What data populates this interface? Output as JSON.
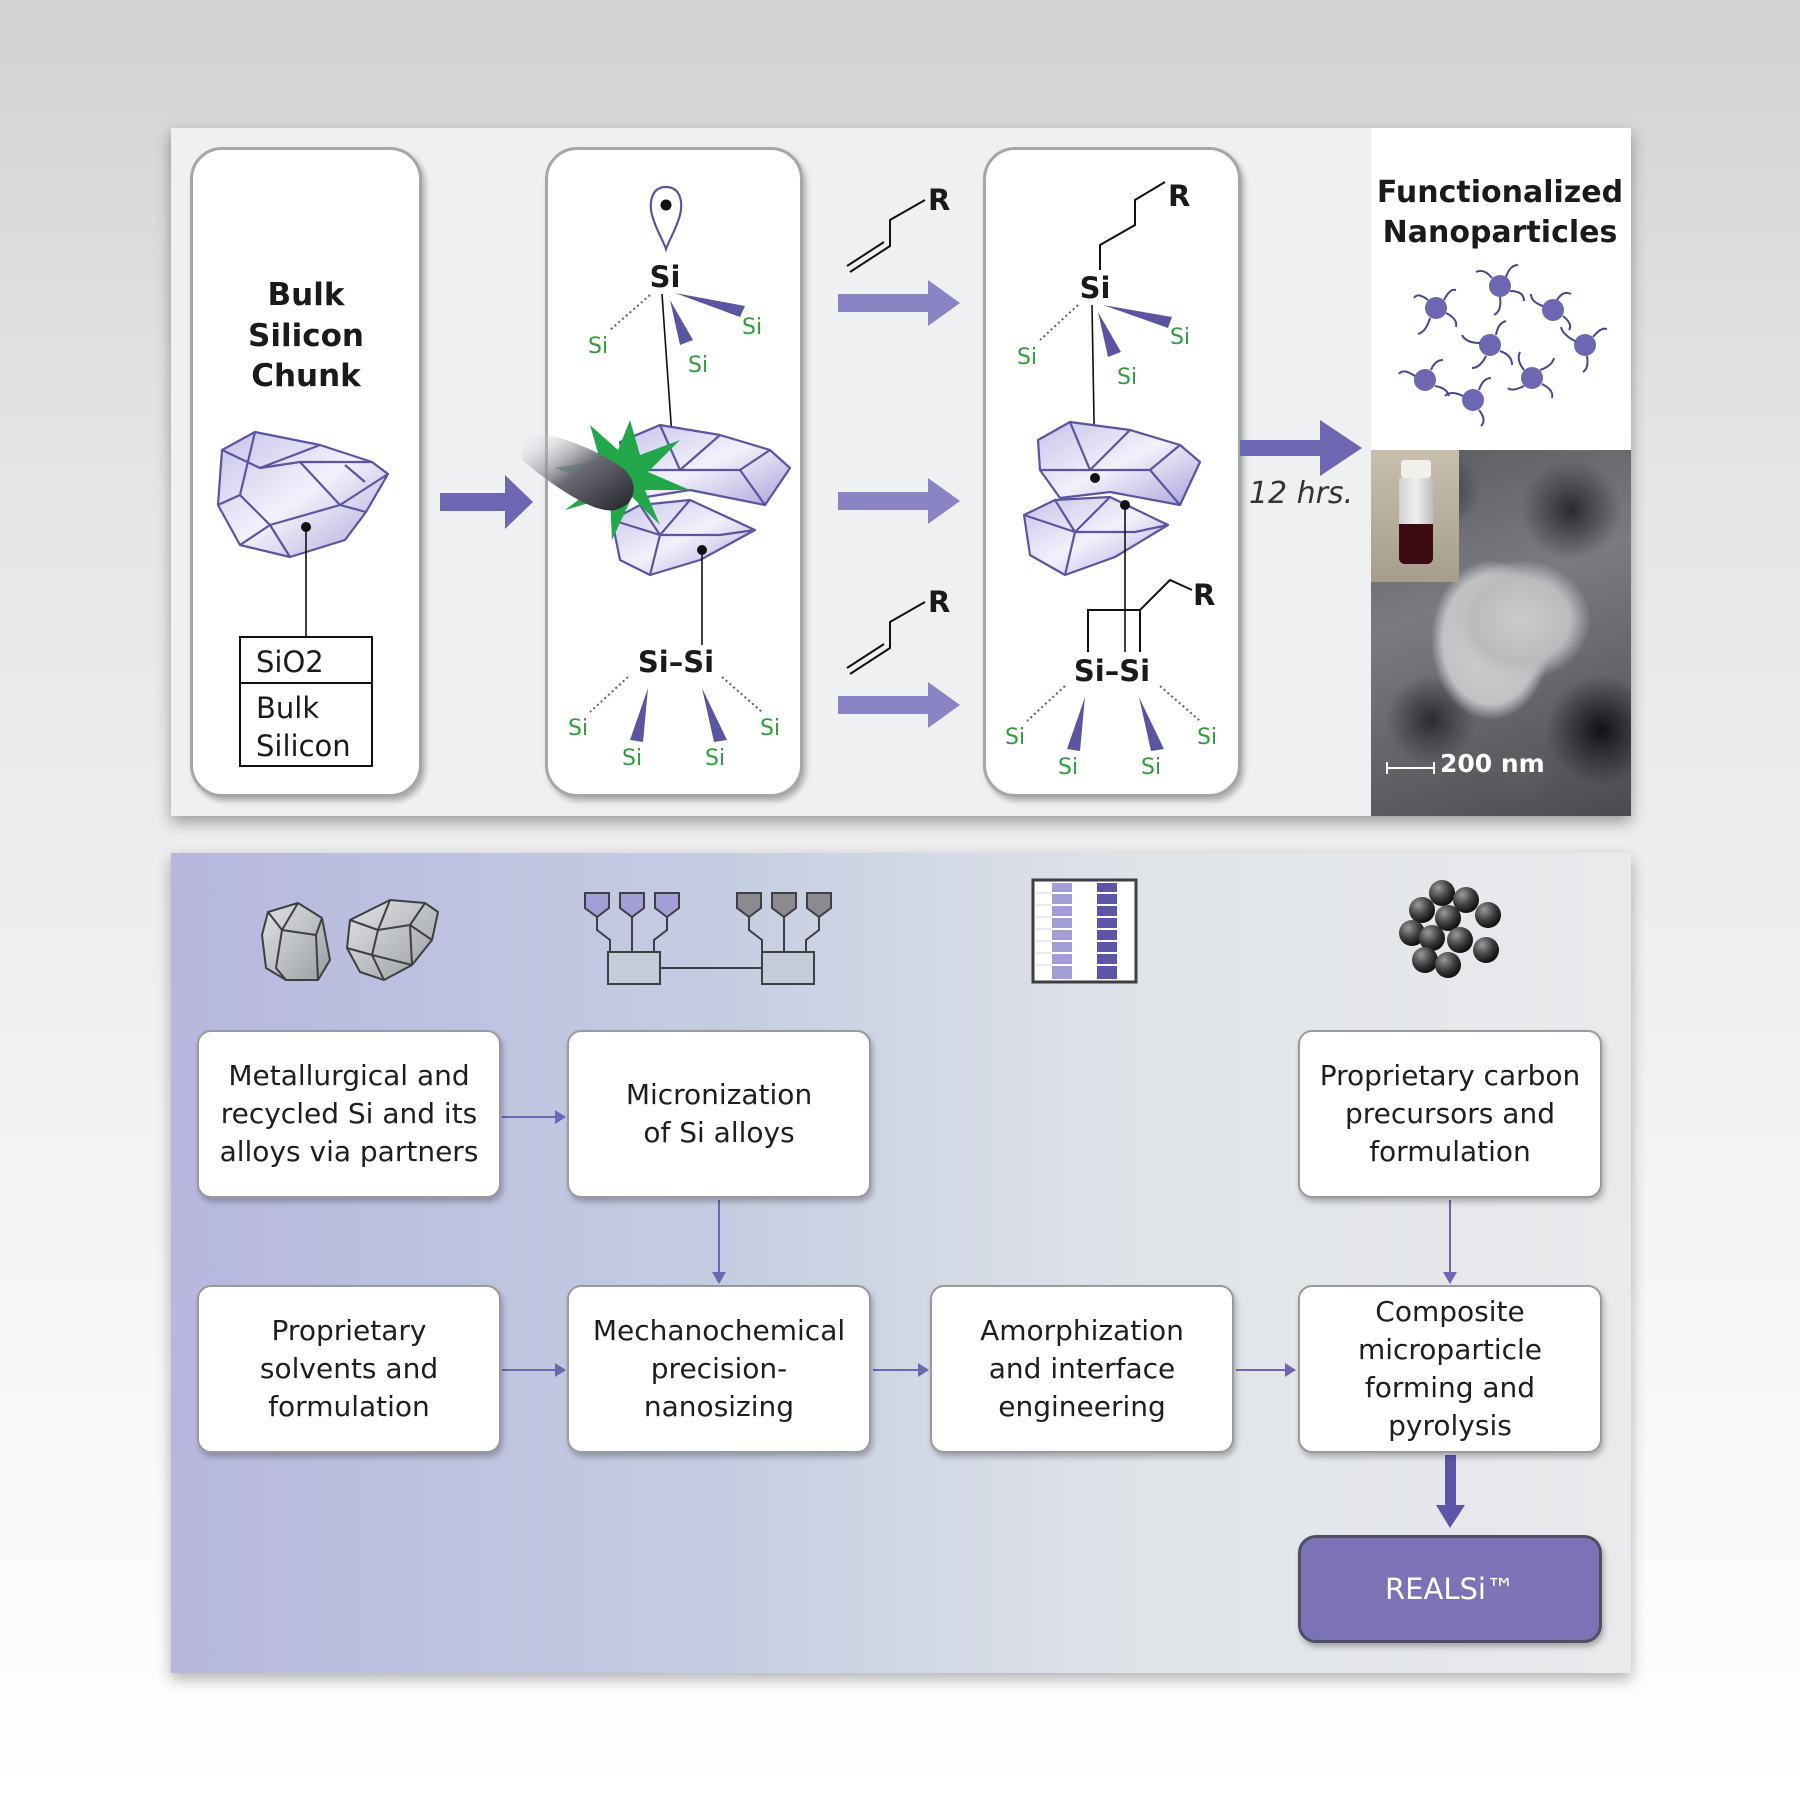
{
  "top": {
    "bulk_title": [
      "Bulk",
      "Silicon",
      "Chunk"
    ],
    "layer_oxide": "SiO2",
    "layer_bulk": [
      "Bulk",
      "Silicon"
    ],
    "si": "Si",
    "si_si": "Si–Si",
    "r": "R",
    "time_label": "12 hrs.",
    "fn_title": [
      "Functionalized",
      "Nanoparticles"
    ],
    "scale_bar": "200 nm"
  },
  "flow": {
    "metallurgical": "Metallurgical and\nrecycled Si and its\nalloys via partners",
    "micronization": "Micronization\nof Si alloys",
    "carbon": "Proprietary carbon\nprecursors and\nformulation",
    "solvents": "Proprietary\nsolvents and\nformulation",
    "mechanochemical": "Mechanochemical\nprecision-\nnanosizing",
    "amorphization": "Amorphization\nand interface\nengineering",
    "composite": "Composite\nmicroparticle\nforming and\npyrolysis",
    "product": "REALSi™"
  },
  "colors": {
    "accent": "#7b73b6",
    "arrow": "#6d66b0",
    "green_label": "#2f9b3a"
  }
}
